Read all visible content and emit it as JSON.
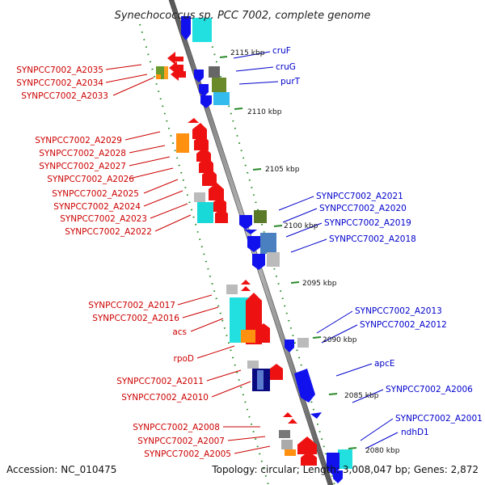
{
  "title": "Synechococcus sp. PCC 7002, complete genome",
  "footer": {
    "accession": "Accession: NC_010475",
    "topology": "Topology: circular; Length: 3,008,047 bp; Genes: 2,872"
  },
  "scale_labels": [
    "2115 kbp",
    "2110 kbp",
    "2105 kbp",
    "2100 kbp",
    "2095 kbp",
    "2090 kbp",
    "2085 kbp",
    "2080 kbp"
  ],
  "left_labels": [
    "SYNPCC7002_A2035",
    "SYNPCC7002_A2034",
    "SYNPCC7002_A2033",
    "SYNPCC7002_A2029",
    "SYNPCC7002_A2028",
    "SYNPCC7002_A2027",
    "SYNPCC7002_A2026",
    "SYNPCC7002_A2025",
    "SYNPCC7002_A2024",
    "SYNPCC7002_A2023",
    "SYNPCC7002_A2022",
    "SYNPCC7002_A2017",
    "SYNPCC7002_A2016",
    "acs",
    "rpoD",
    "SYNPCC7002_A2011",
    "SYNPCC7002_A2010",
    "SYNPCC7002_A2008",
    "SYNPCC7002_A2007",
    "SYNPCC7002_A2005"
  ],
  "right_labels": [
    "cruF",
    "cruG",
    "purT",
    "SYNPCC7002_A2021",
    "SYNPCC7002_A2020",
    "SYNPCC7002_A2019",
    "SYNPCC7002_A2018",
    "SYNPCC7002_A2013",
    "SYNPCC7002_A2012",
    "apcE",
    "SYNPCC7002_A2006",
    "SYNPCC7002_A2001",
    "ndhD1"
  ],
  "colors": {
    "forward_label": "#cc0000",
    "reverse_label": "#0000cc",
    "forward_gene": "#ee1111",
    "reverse_gene": "#1122ee",
    "track_dots": "#228822",
    "backbone": "#888888"
  }
}
